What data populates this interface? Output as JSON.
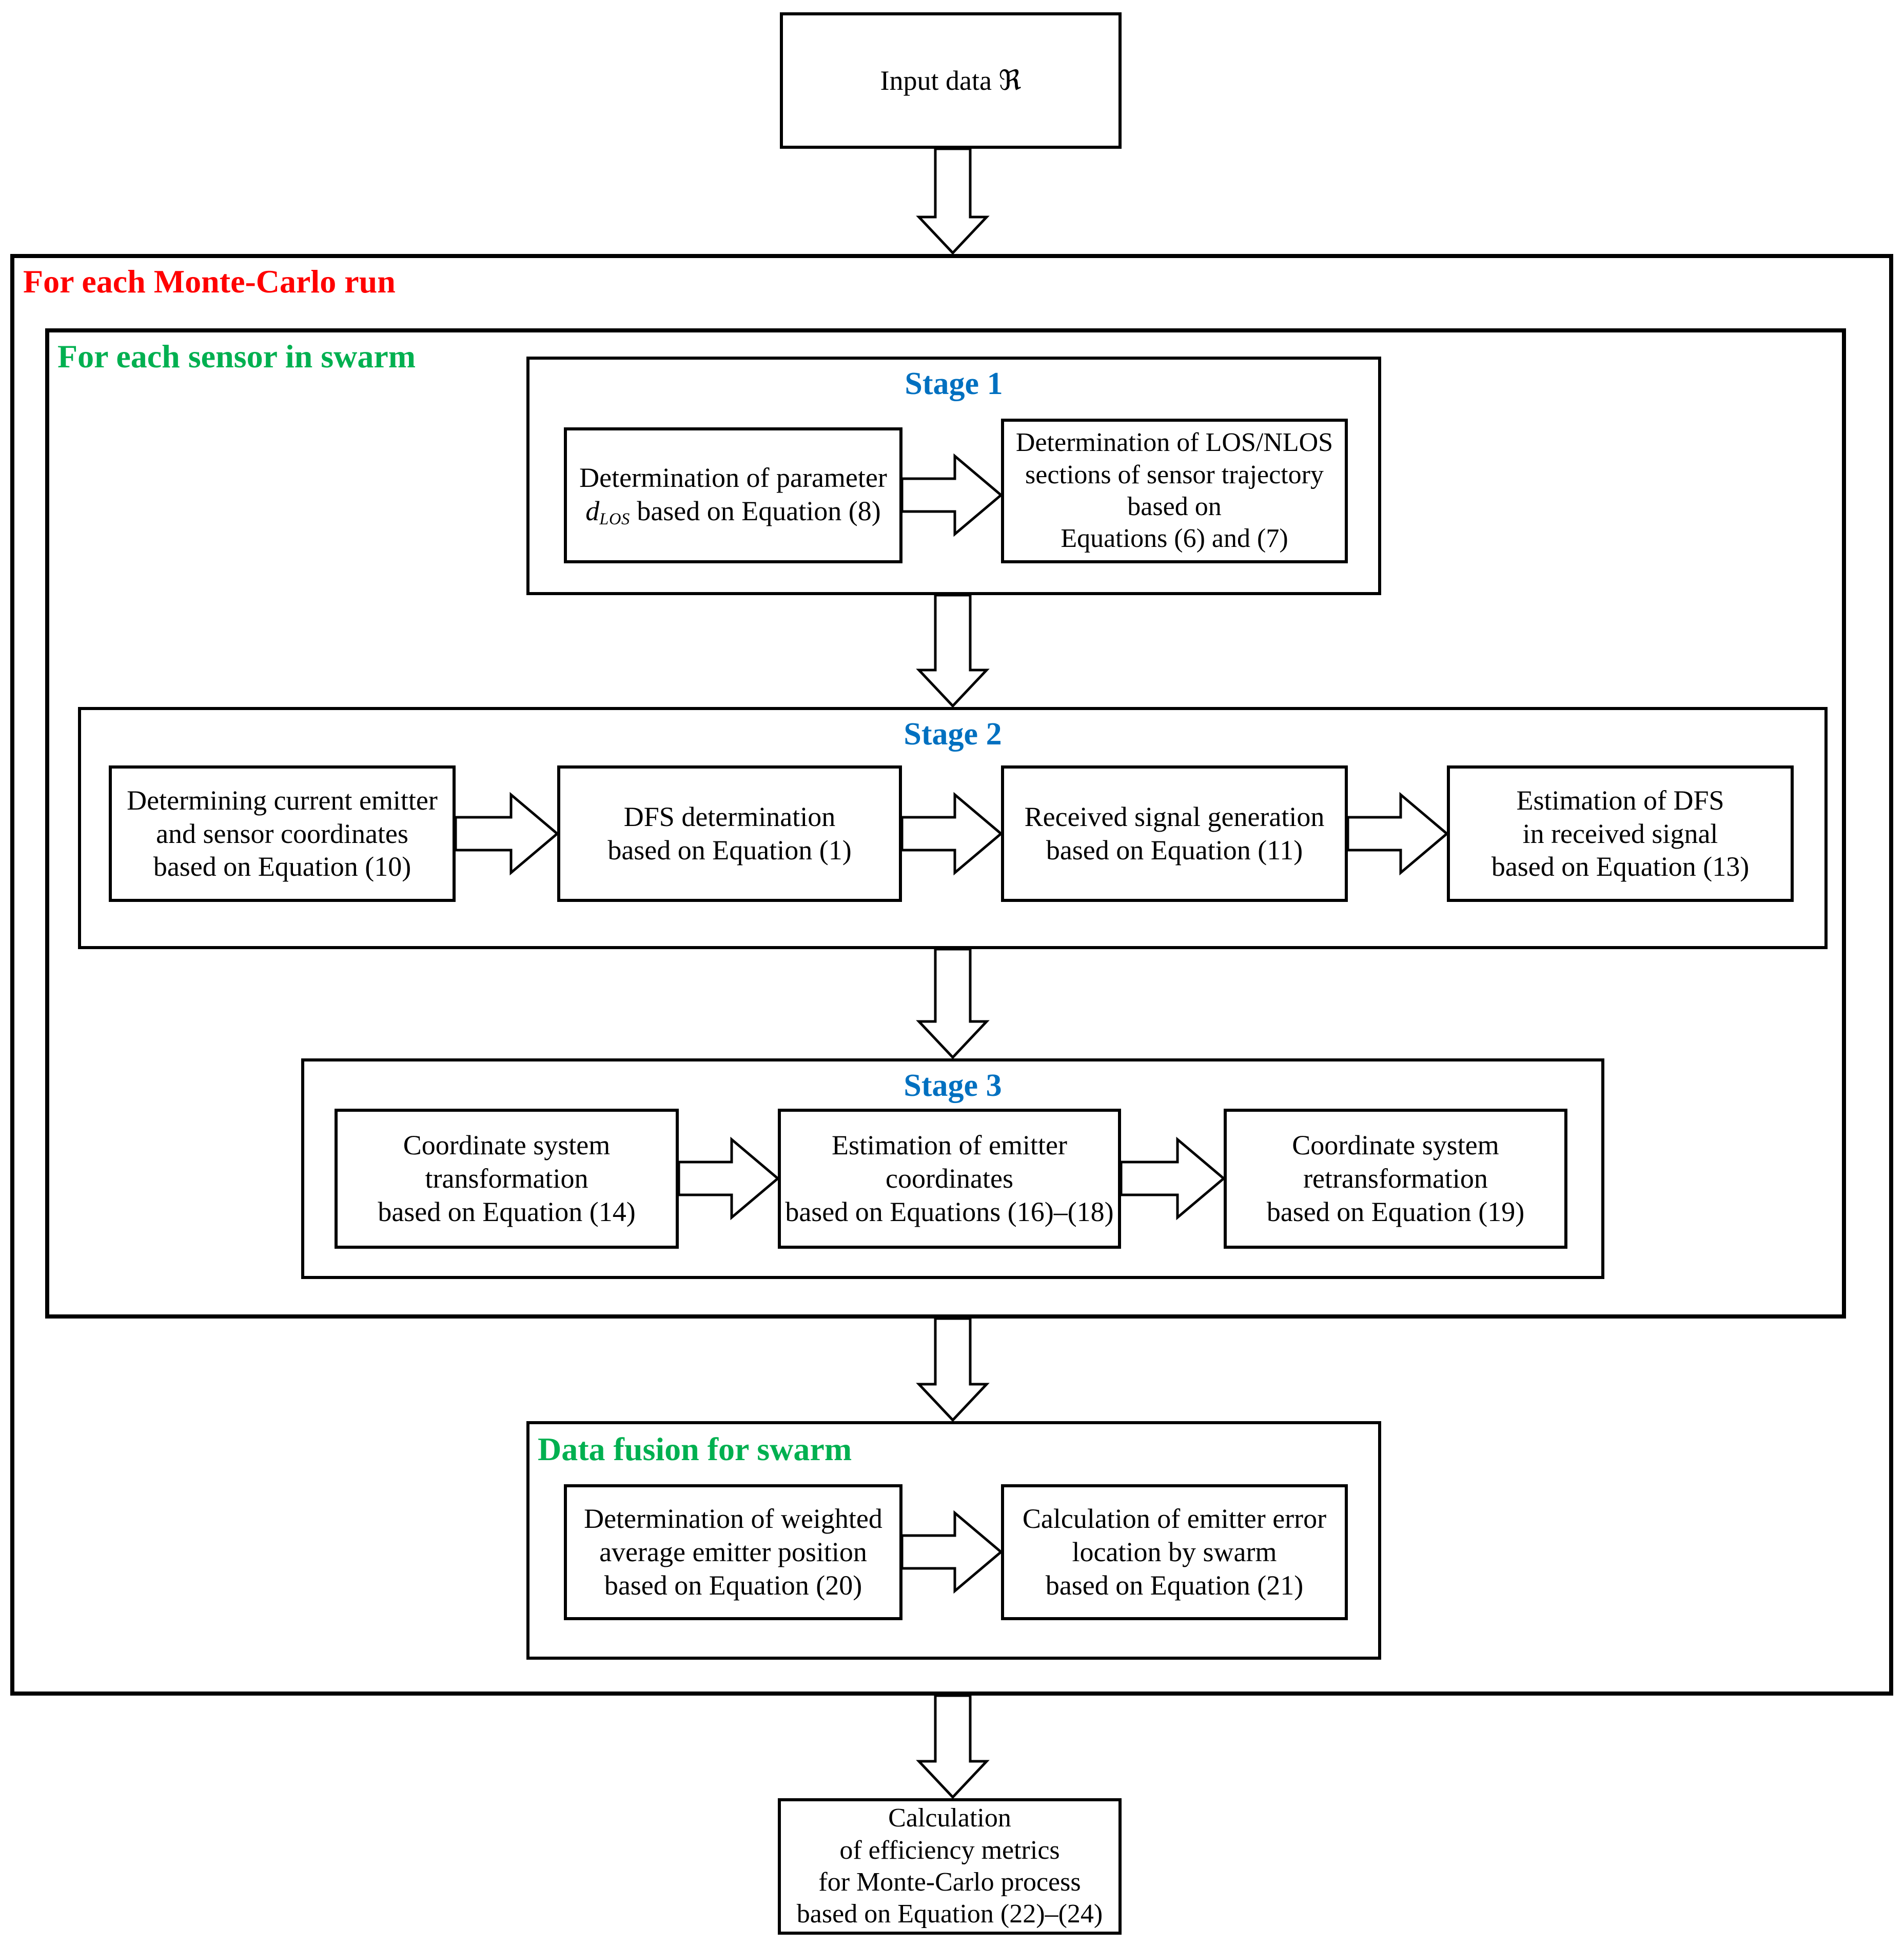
{
  "title": "Monte-Carlo emitter localization process flowchart",
  "colors": {
    "stage_title_blue": "#0070C0",
    "loop_red": "#FF0000",
    "loop_green": "#00B050",
    "line_black": "#000000",
    "background": "#FFFFFF"
  },
  "input_box": {
    "label": "Input data ℜ"
  },
  "monte_carlo_loop": {
    "label": "For each Monte-Carlo run"
  },
  "sensor_loop": {
    "label": "For each sensor in swarm"
  },
  "stage1": {
    "title": "Stage 1",
    "box1": {
      "line1": "Determination of parameter",
      "d_italic": "d",
      "d_sub": "LOS",
      "line2_rest": " based on Equation (8)"
    },
    "box2": {
      "lines": [
        "Determination of LOS/NLOS",
        "sections of sensor trajectory",
        "based on",
        "Equations (6) and (7)"
      ]
    }
  },
  "stage2": {
    "title": "Stage 2",
    "boxes": [
      {
        "lines": [
          "Determining current emitter",
          "and sensor coordinates",
          "based on Equation (10)"
        ]
      },
      {
        "lines": [
          "DFS determination",
          "based on Equation (1)"
        ]
      },
      {
        "lines": [
          "Received signal generation",
          "based on Equation (11)"
        ]
      },
      {
        "lines": [
          "Estimation of DFS",
          "in received signal",
          "based on Equation (13)"
        ]
      }
    ]
  },
  "stage3": {
    "title": "Stage 3",
    "boxes": [
      {
        "lines": [
          "Coordinate system",
          "transformation",
          "based on Equation (14)"
        ]
      },
      {
        "lines": [
          "Estimation of emitter",
          "coordinates",
          "based on Equations (16)–(18)"
        ]
      },
      {
        "lines": [
          "Coordinate system",
          "retransformation",
          "based on Equation (19)"
        ]
      }
    ]
  },
  "fusion": {
    "label": "Data fusion for swarm",
    "boxes": [
      {
        "lines": [
          "Determination of weighted",
          "average emitter position",
          "based on Equation (20)"
        ]
      },
      {
        "lines": [
          "Calculation of emitter error",
          "location by swarm",
          "based on Equation (21)"
        ]
      }
    ]
  },
  "final_box": {
    "lines": [
      "Calculation",
      "of efficiency metrics",
      "for Monte-Carlo process",
      "based on Equation (22)–(24)"
    ]
  }
}
